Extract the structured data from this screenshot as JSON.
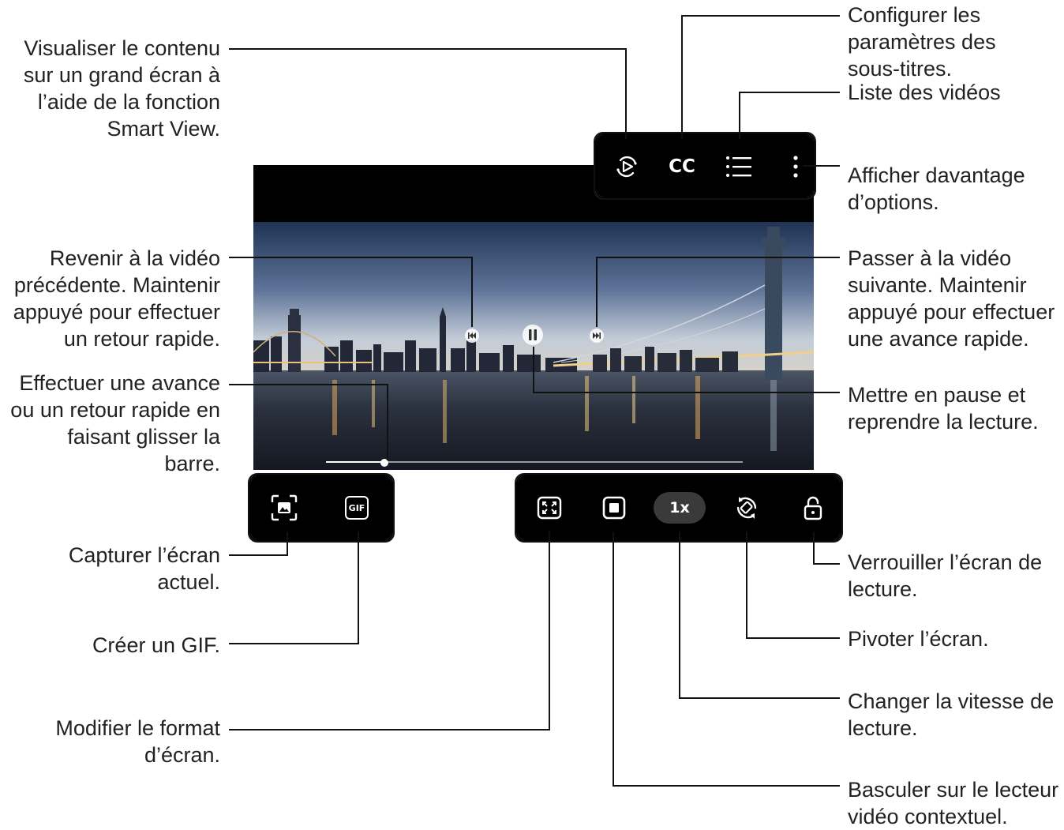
{
  "video": {
    "title": "",
    "progress": 0.14,
    "playback_speed": "1x"
  },
  "toolbar_top": {
    "cc_label": "CC"
  },
  "toolbar_left": {
    "gif_label": "GIF"
  },
  "callouts": {
    "smart_view": "Visualiser le contenu\nsur un grand écran à\nl’aide de la fonction\nSmart View.",
    "previous": "Revenir à la vidéo\nprécédente. Maintenir\nappuyé pour effectuer\nun retour rapide.",
    "seek_bar": "Effectuer une avance\nou un retour rapide en\nfaisant glisser la\nbarre.",
    "capture": "Capturer l’écran\nactuel.",
    "gif": "Créer un GIF.",
    "ratio": "Modifier le format\nd’écran.",
    "subtitles": "Configurer les\nparamètres des\nsous-titres.",
    "video_list": "Liste des vidéos",
    "more": "Afficher davantage\nd’options.",
    "next": "Passer à la vidéo\nsuivante. Maintenir\nappuyé pour effectuer\nune avance rapide.",
    "pause": "Mettre en pause et\nreprendre la lecture.",
    "lock": "Verrouiller l’écran de\nlecture.",
    "rotate": "Pivoter l’écran.",
    "speed": "Changer la vitesse de\nlecture.",
    "popup": "Basculer sur le lecteur\nvidéo contextuel."
  },
  "colors": {
    "toolbar_bg": "#000000",
    "line": "#111111",
    "sky_top": "#263a5c",
    "sky_horizon": "#c6cfdc",
    "water": "#1c2230"
  }
}
